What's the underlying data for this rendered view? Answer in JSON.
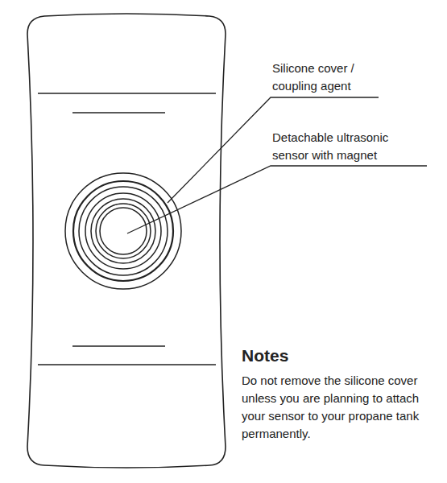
{
  "diagram": {
    "labels": [
      "Silicone cover / coupling agent",
      "Detachable ultrasonic sensor with magnet",
      "Notes",
      "Do not remove the silicone cover unless you are planning to attach your sensor to your propane tank permanently."
    ]
  }
}
